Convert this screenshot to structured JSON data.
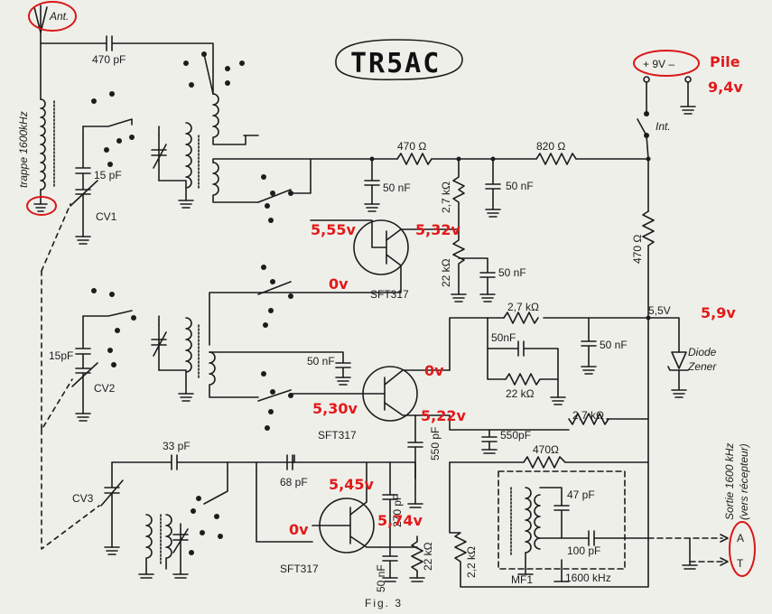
{
  "title": "TR5AC",
  "figure": "Fig. 3",
  "antenna": "Ant.",
  "battery": "+ 9V –",
  "battery_note_label": "Pile",
  "battery_note_value": "9,4v",
  "switch": "Int.",
  "trap": "trappe 1600kHz",
  "output_note": "Sortie 1600 kHz",
  "output_note_sub": "(vers récepteur)",
  "terminal_a": "A",
  "terminal_t": "T",
  "transistor": "SFT317",
  "zener": [
    "Diode",
    "Zener"
  ],
  "components": {
    "c_ant": "470 pF",
    "r1": "470 Ω",
    "r2": "820 Ω",
    "r3": "470 Ω",
    "r_27a": "2,7 kΩ",
    "r_22a": "22 kΩ",
    "c50a": "50 nF",
    "c50b": "50 nF",
    "c50c": "50 nF",
    "c15a": "15 pF",
    "cv1": "CV1",
    "c15b": "15pF",
    "cv2": "CV2",
    "r_27b": "2,7 kΩ",
    "c50d": "50nF",
    "c50e": "50 nF",
    "r_22b": "22 kΩ",
    "c50f": "50 nF",
    "v55": "5,5V",
    "r_27c": "2,7 kΩ",
    "c550a": "550pF",
    "c550b": "550 pF",
    "r4": "470Ω",
    "c33": "33 pF",
    "c68": "68 pF",
    "cv3": "CV3",
    "c270": "270 pF",
    "c50g": "50 nF",
    "r_22c": "22 kΩ",
    "r_22d": "2,2 kΩ",
    "mf1": "MF1",
    "mf1_freq": "1600 kHz",
    "c47": "47 pF",
    "c100": "100 pF"
  },
  "voltages": {
    "q1_base": "5,55v",
    "q1_emitter": "5,32v",
    "q1_collector": "0v",
    "q2_collector": "0v",
    "q2_base": "5,30v",
    "q2_emitter": "5,22v",
    "q3_base": "5,45v",
    "q3_collector": "0v",
    "q3_emitter": "5,74v",
    "zener": "5,9v"
  }
}
